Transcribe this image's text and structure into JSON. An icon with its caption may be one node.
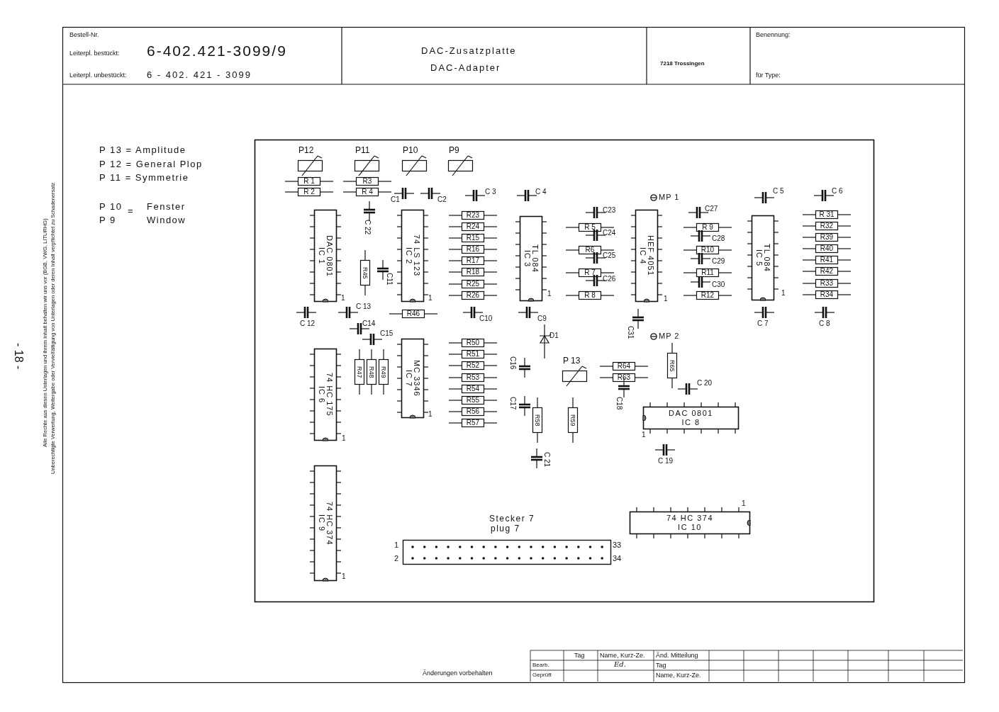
{
  "diagram": {
    "nodes": [
      {
        "text": [],
        "shape": "potentiometer",
        "beside": [
          "P12"
        ]
      },
      {
        "text": [],
        "shape": "potentiometer",
        "beside": [
          "P11"
        ]
      },
      {
        "text": [],
        "shape": "potentiometer",
        "beside": [
          "P10"
        ]
      },
      {
        "text": [],
        "shape": "potentiometer",
        "beside": [
          "P9"
        ]
      },
      {
        "text": [],
        "shape": "potentiometer",
        "beside": [
          "P 13"
        ]
      },
      {
        "text": [
          "R 1"
        ]
      },
      {
        "text": [
          "R 2"
        ]
      },
      {
        "text": [
          "R3"
        ]
      },
      {
        "text": [
          "R 4"
        ]
      },
      {
        "text": [
          "R23"
        ]
      },
      {
        "text": [
          "R24"
        ]
      },
      {
        "text": [
          "R15"
        ]
      },
      {
        "text": [
          "R16"
        ]
      },
      {
        "text": [
          "R17"
        ]
      },
      {
        "text": [
          "R18"
        ]
      },
      {
        "text": [
          "R25"
        ]
      },
      {
        "text": [
          "R26"
        ]
      },
      {
        "text": [
          "R46"
        ]
      },
      {
        "text": [
          "R 5"
        ]
      },
      {
        "text": [
          "R6"
        ]
      },
      {
        "text": [
          "R 7"
        ]
      },
      {
        "text": [
          "R 8"
        ]
      },
      {
        "text": [
          "R 9"
        ]
      },
      {
        "text": [
          "R10"
        ]
      },
      {
        "text": [
          "R11"
        ]
      },
      {
        "text": [
          "R12"
        ]
      },
      {
        "text": [
          "R 31"
        ]
      },
      {
        "text": [
          "R32"
        ]
      },
      {
        "text": [
          "R39"
        ]
      },
      {
        "text": [
          "R40"
        ]
      },
      {
        "text": [
          "R41"
        ]
      },
      {
        "text": [
          "R42"
        ]
      },
      {
        "text": [
          "R33"
        ]
      },
      {
        "text": [
          "R34"
        ]
      },
      {
        "text": [
          "R50"
        ]
      },
      {
        "text": [
          "R51"
        ]
      },
      {
        "text": [
          "R52"
        ]
      },
      {
        "text": [
          "R53"
        ]
      },
      {
        "text": [
          "R54"
        ]
      },
      {
        "text": [
          "R55"
        ]
      },
      {
        "text": [
          "R56"
        ]
      },
      {
        "text": [
          "R57"
        ]
      },
      {
        "text": [
          "R64"
        ]
      },
      {
        "text": [
          "R63"
        ]
      },
      {
        "text": [
          "R45"
        ]
      },
      {
        "text": [
          "R47"
        ]
      },
      {
        "text": [
          "R48"
        ]
      },
      {
        "text": [
          "R49"
        ]
      },
      {
        "text": [
          "R58"
        ]
      },
      {
        "text": [
          "R59"
        ]
      },
      {
        "text": [
          "R65"
        ]
      },
      {
        "text": [
          "DAC 0801",
          "IC 1"
        ]
      },
      {
        "text": [
          "74 LS 123",
          "IC 2"
        ]
      },
      {
        "text": [
          "TL 084",
          "IC 3"
        ]
      },
      {
        "text": [
          "HEF 4051",
          "IC 4"
        ]
      },
      {
        "text": [
          "TL 084",
          "IC 5"
        ]
      },
      {
        "text": [
          "74 HC 175",
          "IC 6"
        ]
      },
      {
        "text": [
          "MC 3346",
          "IC 7"
        ]
      },
      {
        "text": [
          "74 HC 374",
          "IC 9"
        ]
      },
      {
        "text": [
          "DAC 0801",
          "IC 8"
        ]
      },
      {
        "text": [
          "74 HC 374",
          "IC 10"
        ]
      },
      {
        "text": [
          "Stecker 7",
          "plug 7"
        ]
      },
      {
        "text": [],
        "shape": "capacitor",
        "beside": [
          "C1"
        ]
      },
      {
        "text": [],
        "shape": "capacitor",
        "beside": [
          "C2"
        ]
      },
      {
        "text": [],
        "shape": "capacitor",
        "beside": [
          "C 3"
        ]
      },
      {
        "text": [],
        "shape": "capacitor",
        "beside": [
          "C 4"
        ]
      },
      {
        "text": [],
        "shape": "capacitor",
        "beside": [
          "C 22"
        ]
      },
      {
        "text": [],
        "shape": "capacitor",
        "beside": [
          "C11"
        ]
      },
      {
        "text": [],
        "shape": "capacitor",
        "beside": [
          "C 12"
        ]
      },
      {
        "text": [],
        "shape": "capacitor",
        "beside": [
          "C 13"
        ]
      },
      {
        "text": [],
        "shape": "capacitor",
        "beside": [
          "C14"
        ]
      },
      {
        "text": [],
        "shape": "capacitor",
        "beside": [
          "C15"
        ]
      },
      {
        "text": [],
        "shape": "capacitor",
        "beside": [
          "C10"
        ]
      },
      {
        "text": [],
        "shape": "capacitor",
        "beside": [
          "C9"
        ]
      },
      {
        "text": [],
        "shape": "capacitor",
        "beside": [
          "C23"
        ]
      },
      {
        "text": [],
        "shape": "capacitor",
        "beside": [
          "C24"
        ]
      },
      {
        "text": [],
        "shape": "capacitor",
        "beside": [
          "C25"
        ]
      },
      {
        "text": [],
        "shape": "capacitor",
        "beside": [
          "C26"
        ]
      },
      {
        "text": [],
        "shape": "capacitor",
        "beside": [
          "C27"
        ]
      },
      {
        "text": [],
        "shape": "capacitor",
        "beside": [
          "C28"
        ]
      },
      {
        "text": [],
        "shape": "capacitor",
        "beside": [
          "C29"
        ]
      },
      {
        "text": [],
        "shape": "capacitor",
        "beside": [
          "C30"
        ]
      },
      {
        "text": [],
        "shape": "capacitor",
        "beside": [
          "C 5"
        ]
      },
      {
        "text": [],
        "shape": "capacitor",
        "beside": [
          "C 6"
        ]
      },
      {
        "text": [],
        "shape": "capacitor",
        "beside": [
          "C31"
        ]
      },
      {
        "text": [],
        "shape": "capacitor",
        "beside": [
          "C 7"
        ]
      },
      {
        "text": [],
        "shape": "capacitor",
        "beside": [
          "C 8"
        ]
      },
      {
        "text": [],
        "shape": "capacitor",
        "beside": [
          "C16"
        ]
      },
      {
        "text": [],
        "shape": "capacitor",
        "beside": [
          "C17"
        ]
      },
      {
        "text": [],
        "shape": "capacitor",
        "beside": [
          "C 21"
        ]
      },
      {
        "text": [],
        "shape": "capacitor",
        "beside": [
          "C18"
        ]
      },
      {
        "text": [],
        "shape": "capacitor",
        "beside": [
          "C 20"
        ]
      },
      {
        "text": [],
        "shape": "capacitor",
        "beside": [
          "C 19"
        ]
      },
      {
        "text": [],
        "shape": "diode",
        "beside": [
          "D1"
        ]
      }
    ],
    "labels": [
      "Bestell-Nr.",
      "Leiterpl. bestückt:",
      "6-402.421-3099/9",
      "Leiterpl. unbestückt:",
      "6 - 402. 421 - 3099",
      "DAC-Zusatzplatte",
      "DAC-Adapter",
      "7218 Trossingen",
      "Benennung:",
      "für Type:",
      "P 13 = Amplitude",
      "P 12 = General Plop",
      "P 11 = Symmetrie",
      "P 10",
      "P 9",
      "=",
      "Fenster",
      "Window",
      "MP 1",
      "MP 2",
      "1",
      "1",
      "1",
      "1",
      "1",
      "1",
      "1",
      "1",
      "1",
      "1",
      "1",
      "2",
      "33",
      "34",
      "- 18 -",
      "Alle Rechte aus diesen Unterlagen und ihrem Inhalt behalten wir uns vor (BGB, VWG, LITURHG)",
      "Unberechtigte Verwertung, Weitergabe oder Vervielfältigung von Unterlagen oder deren Inhalt verpflichtet zu Schadenersatz",
      "Änderungen vorbehalten",
      "Tag",
      "Name, Kurz-Ze.",
      "Änd. Mitteilung",
      "Bearb.",
      "Ed.",
      "Tag",
      "Geprüft",
      "Name, Kurz-Ze."
    ]
  }
}
